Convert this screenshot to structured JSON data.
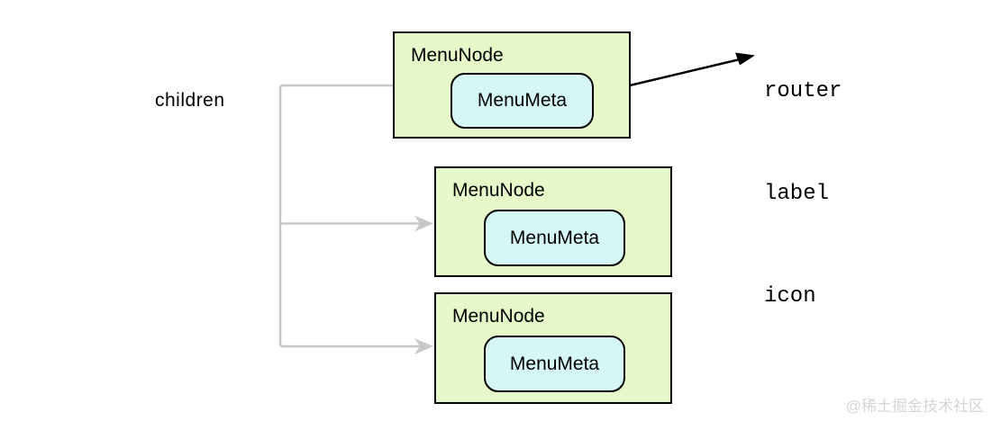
{
  "labels": {
    "children": "children"
  },
  "nodes": [
    {
      "title": "MenuNode",
      "meta": "MenuMeta"
    },
    {
      "title": "MenuNode",
      "meta": "MenuMeta"
    },
    {
      "title": "MenuNode",
      "meta": "MenuMeta"
    }
  ],
  "annotation": {
    "lines": [
      "router",
      "label",
      "icon"
    ]
  },
  "watermark": "@稀土掘金技术社区",
  "colors": {
    "node_fill": "#e5f9c9",
    "meta_fill": "#d5f8f6",
    "node_border": "#000000",
    "connector": "#c8c8c8",
    "annotation_arrow": "#000000",
    "watermark_text": "#d6d6d6",
    "background": "#ffffff"
  }
}
